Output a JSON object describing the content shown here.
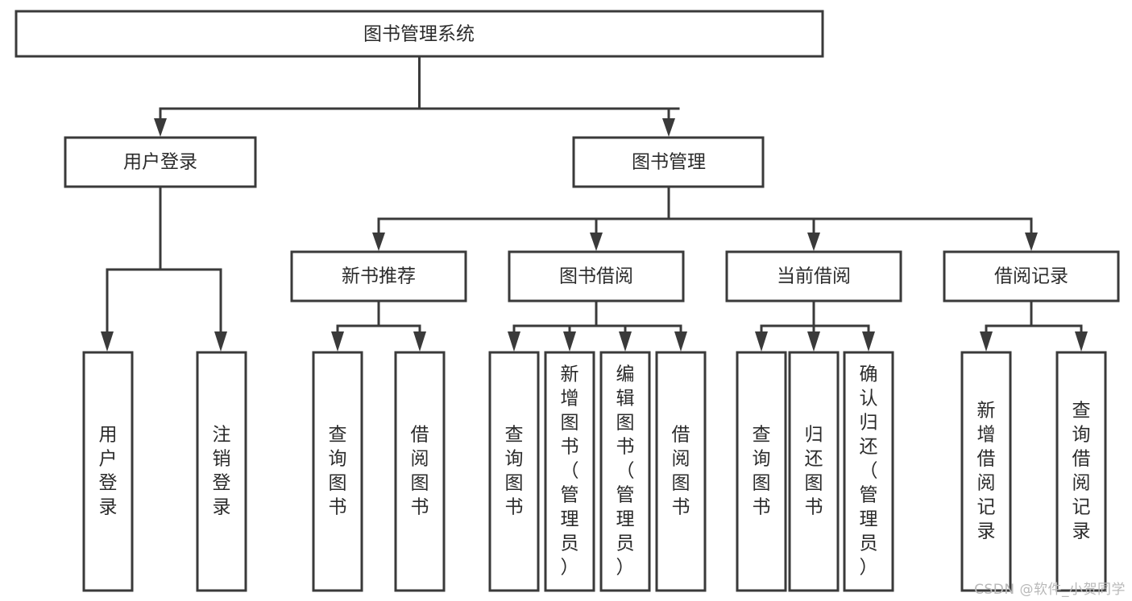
{
  "diagram": {
    "type": "tree-flowchart",
    "title": "图书管理系统",
    "watermark": "CSDN @软件_小贺同学",
    "colors": {
      "stroke": "#3a3a3a",
      "fill": "#ffffff",
      "text": "#2b2b2b",
      "watermark": "#b9b9b9",
      "background": "#ffffff"
    },
    "nodes": {
      "root": {
        "label": "图书管理系统",
        "orientation": "horizontal",
        "level": 0
      },
      "user_login": {
        "label": "用户登录",
        "orientation": "horizontal",
        "level": 1
      },
      "book_manage": {
        "label": "图书管理",
        "orientation": "horizontal",
        "level": 1
      },
      "new_book_rec": {
        "label": "新书推荐",
        "orientation": "horizontal",
        "level": 2
      },
      "book_borrow": {
        "label": "图书借阅",
        "orientation": "horizontal",
        "level": 2
      },
      "current_borrow": {
        "label": "当前借阅",
        "orientation": "horizontal",
        "level": 2
      },
      "borrow_record": {
        "label": "借阅记录",
        "orientation": "horizontal",
        "level": 2
      },
      "leaf_user_login": {
        "label": "用户登录",
        "orientation": "vertical",
        "level": 2
      },
      "leaf_logout": {
        "label": "注销登录",
        "orientation": "vertical",
        "level": 2
      },
      "leaf_rec_query": {
        "label": "查询图书",
        "orientation": "vertical",
        "level": 3
      },
      "leaf_rec_borrow": {
        "label": "借阅图书",
        "orientation": "vertical",
        "level": 3
      },
      "leaf_borrow_query": {
        "label": "查询图书",
        "orientation": "vertical",
        "level": 3
      },
      "leaf_borrow_add": {
        "label": "新增图书（管理员）",
        "orientation": "vertical",
        "level": 3
      },
      "leaf_borrow_edit": {
        "label": "编辑图书（管理员）",
        "orientation": "vertical",
        "level": 3
      },
      "leaf_borrow_lend": {
        "label": "借阅图书",
        "orientation": "vertical",
        "level": 3
      },
      "leaf_cur_query": {
        "label": "查询图书",
        "orientation": "vertical",
        "level": 3
      },
      "leaf_cur_return": {
        "label": "归还图书",
        "orientation": "vertical",
        "level": 3
      },
      "leaf_cur_confirm": {
        "label": "确认归还（管理员）",
        "orientation": "vertical",
        "level": 3
      },
      "leaf_rec_add": {
        "label": "新增借阅记录",
        "orientation": "vertical",
        "level": 3
      },
      "leaf_rec_search": {
        "label": "查询借阅记录",
        "orientation": "vertical",
        "level": 3
      }
    },
    "edges": [
      {
        "from": "root",
        "to": "user_login"
      },
      {
        "from": "root",
        "to": "book_manage"
      },
      {
        "from": "user_login",
        "to": "leaf_user_login"
      },
      {
        "from": "user_login",
        "to": "leaf_logout"
      },
      {
        "from": "book_manage",
        "to": "new_book_rec"
      },
      {
        "from": "book_manage",
        "to": "book_borrow"
      },
      {
        "from": "book_manage",
        "to": "current_borrow"
      },
      {
        "from": "book_manage",
        "to": "borrow_record"
      },
      {
        "from": "new_book_rec",
        "to": "leaf_rec_query"
      },
      {
        "from": "new_book_rec",
        "to": "leaf_rec_borrow"
      },
      {
        "from": "book_borrow",
        "to": "leaf_borrow_query"
      },
      {
        "from": "book_borrow",
        "to": "leaf_borrow_add"
      },
      {
        "from": "book_borrow",
        "to": "leaf_borrow_edit"
      },
      {
        "from": "book_borrow",
        "to": "leaf_borrow_lend"
      },
      {
        "from": "current_borrow",
        "to": "leaf_cur_query"
      },
      {
        "from": "current_borrow",
        "to": "leaf_cur_return"
      },
      {
        "from": "current_borrow",
        "to": "leaf_cur_confirm"
      },
      {
        "from": "borrow_record",
        "to": "leaf_rec_add"
      },
      {
        "from": "borrow_record",
        "to": "leaf_rec_search"
      }
    ]
  }
}
